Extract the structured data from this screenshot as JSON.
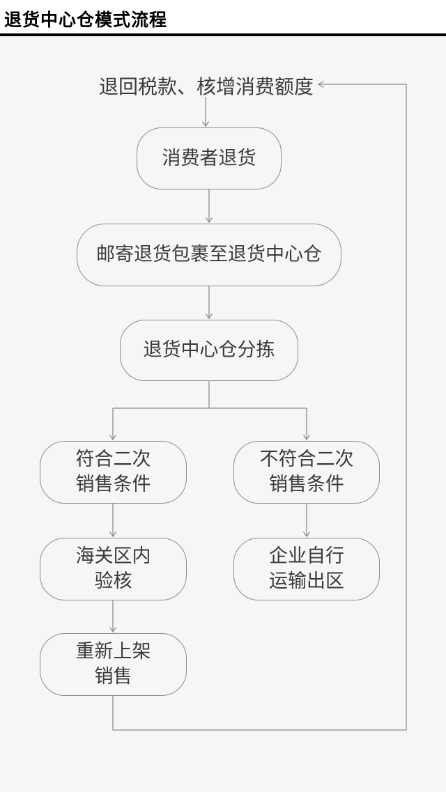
{
  "page": {
    "title": "退货中心仓模式流程"
  },
  "flowchart": {
    "feedback_label": "退回税款、核增消费额度",
    "nodes": {
      "consumer_return": {
        "label": "消费者退货"
      },
      "mail_package": {
        "label": "邮寄退货包裹至退货中心仓"
      },
      "warehouse_sorting": {
        "label": "退货中心仓分拣"
      },
      "meets_resale": {
        "label": "符合二次\n销售条件"
      },
      "not_meets_resale": {
        "label": "不符合二次\n销售条件"
      },
      "customs_check": {
        "label": "海关区内\n验核"
      },
      "enterprise_transport": {
        "label": "企业自行\n运输出区"
      },
      "relist_sale": {
        "label": "重新上架\n销售"
      }
    },
    "colors": {
      "line": "#8c8c8c",
      "node_border": "#8d8d8d",
      "text": "#3a3a3a",
      "title": "#000000",
      "header_bg": "#ffffff",
      "page_bg": "#f6f6f5"
    }
  }
}
